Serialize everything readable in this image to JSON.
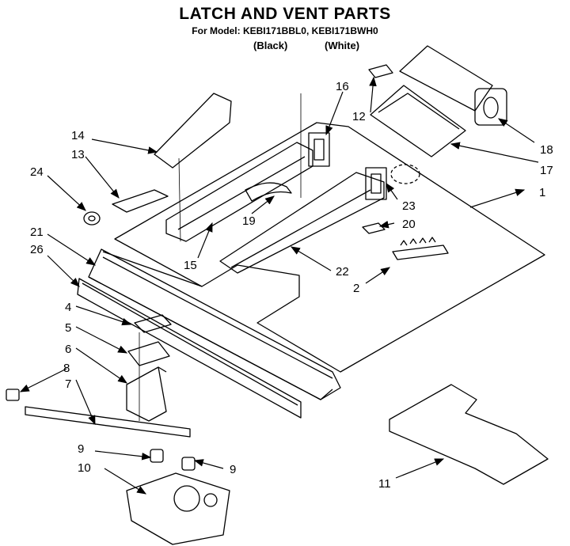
{
  "header": {
    "title": "LATCH AND VENT PARTS",
    "subtitle": "For Model: KEBI171BBL0, KEBI171BWH0",
    "variant_black": "(Black)",
    "variant_white": "(White)"
  },
  "callouts": {
    "c1": "1",
    "c2": "2",
    "c4": "4",
    "c5": "5",
    "c6": "6",
    "c7": "7",
    "c8": "8",
    "c9a": "9",
    "c9b": "9",
    "c10": "10",
    "c11": "11",
    "c12": "12",
    "c13": "13",
    "c14": "14",
    "c15": "15",
    "c16": "16",
    "c17": "17",
    "c18": "18",
    "c19": "19",
    "c20": "20",
    "c21": "21",
    "c22": "22",
    "c23": "23",
    "c24": "24",
    "c26": "26"
  }
}
